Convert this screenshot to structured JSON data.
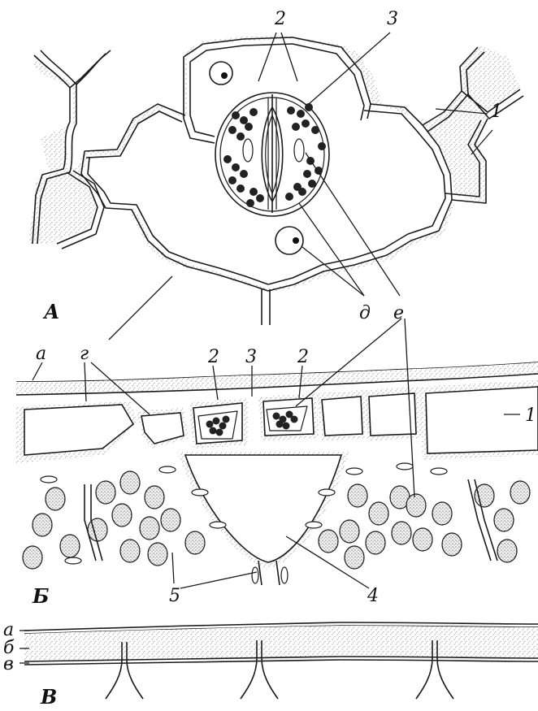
{
  "panels": {
    "a": "А",
    "b": "Б",
    "v": "В"
  },
  "labels_a": {
    "n2": "2",
    "n3": "3",
    "n1": "1",
    "d": "д",
    "e": "е"
  },
  "labels_b": {
    "a": "а",
    "g": "г",
    "n2_left": "2",
    "n3": "3",
    "n2_right": "2",
    "n1": "1",
    "n5": "5",
    "n4": "4"
  },
  "labels_v": {
    "a": "а",
    "b": "б",
    "v": "в"
  }
}
